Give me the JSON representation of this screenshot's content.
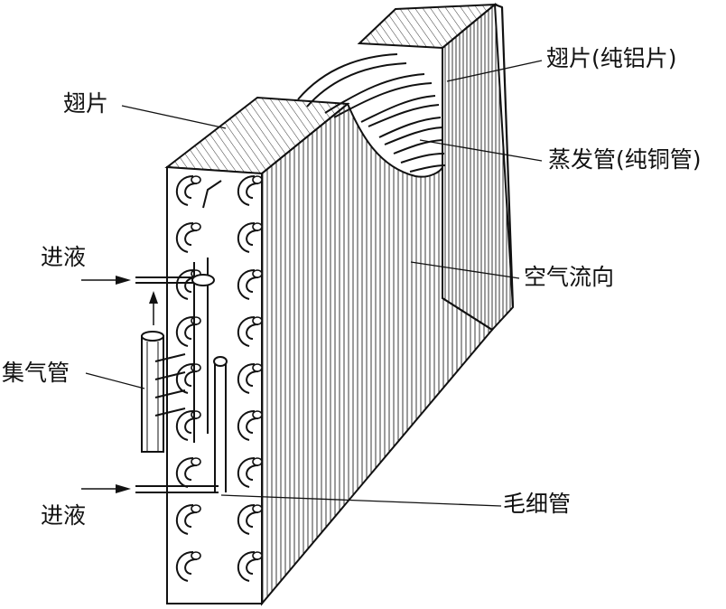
{
  "labels": {
    "fin": "翅片",
    "fin_aluminum": "翅片(纯铝片)",
    "evaporator_tube": "蒸发管(纯铜管)",
    "airflow": "空气流向",
    "liquid_in_top": "进液",
    "liquid_in_bottom": "进液",
    "header": "集气管",
    "capillary": "毛细管"
  },
  "colors": {
    "line": "#111111",
    "background": "#ffffff"
  }
}
